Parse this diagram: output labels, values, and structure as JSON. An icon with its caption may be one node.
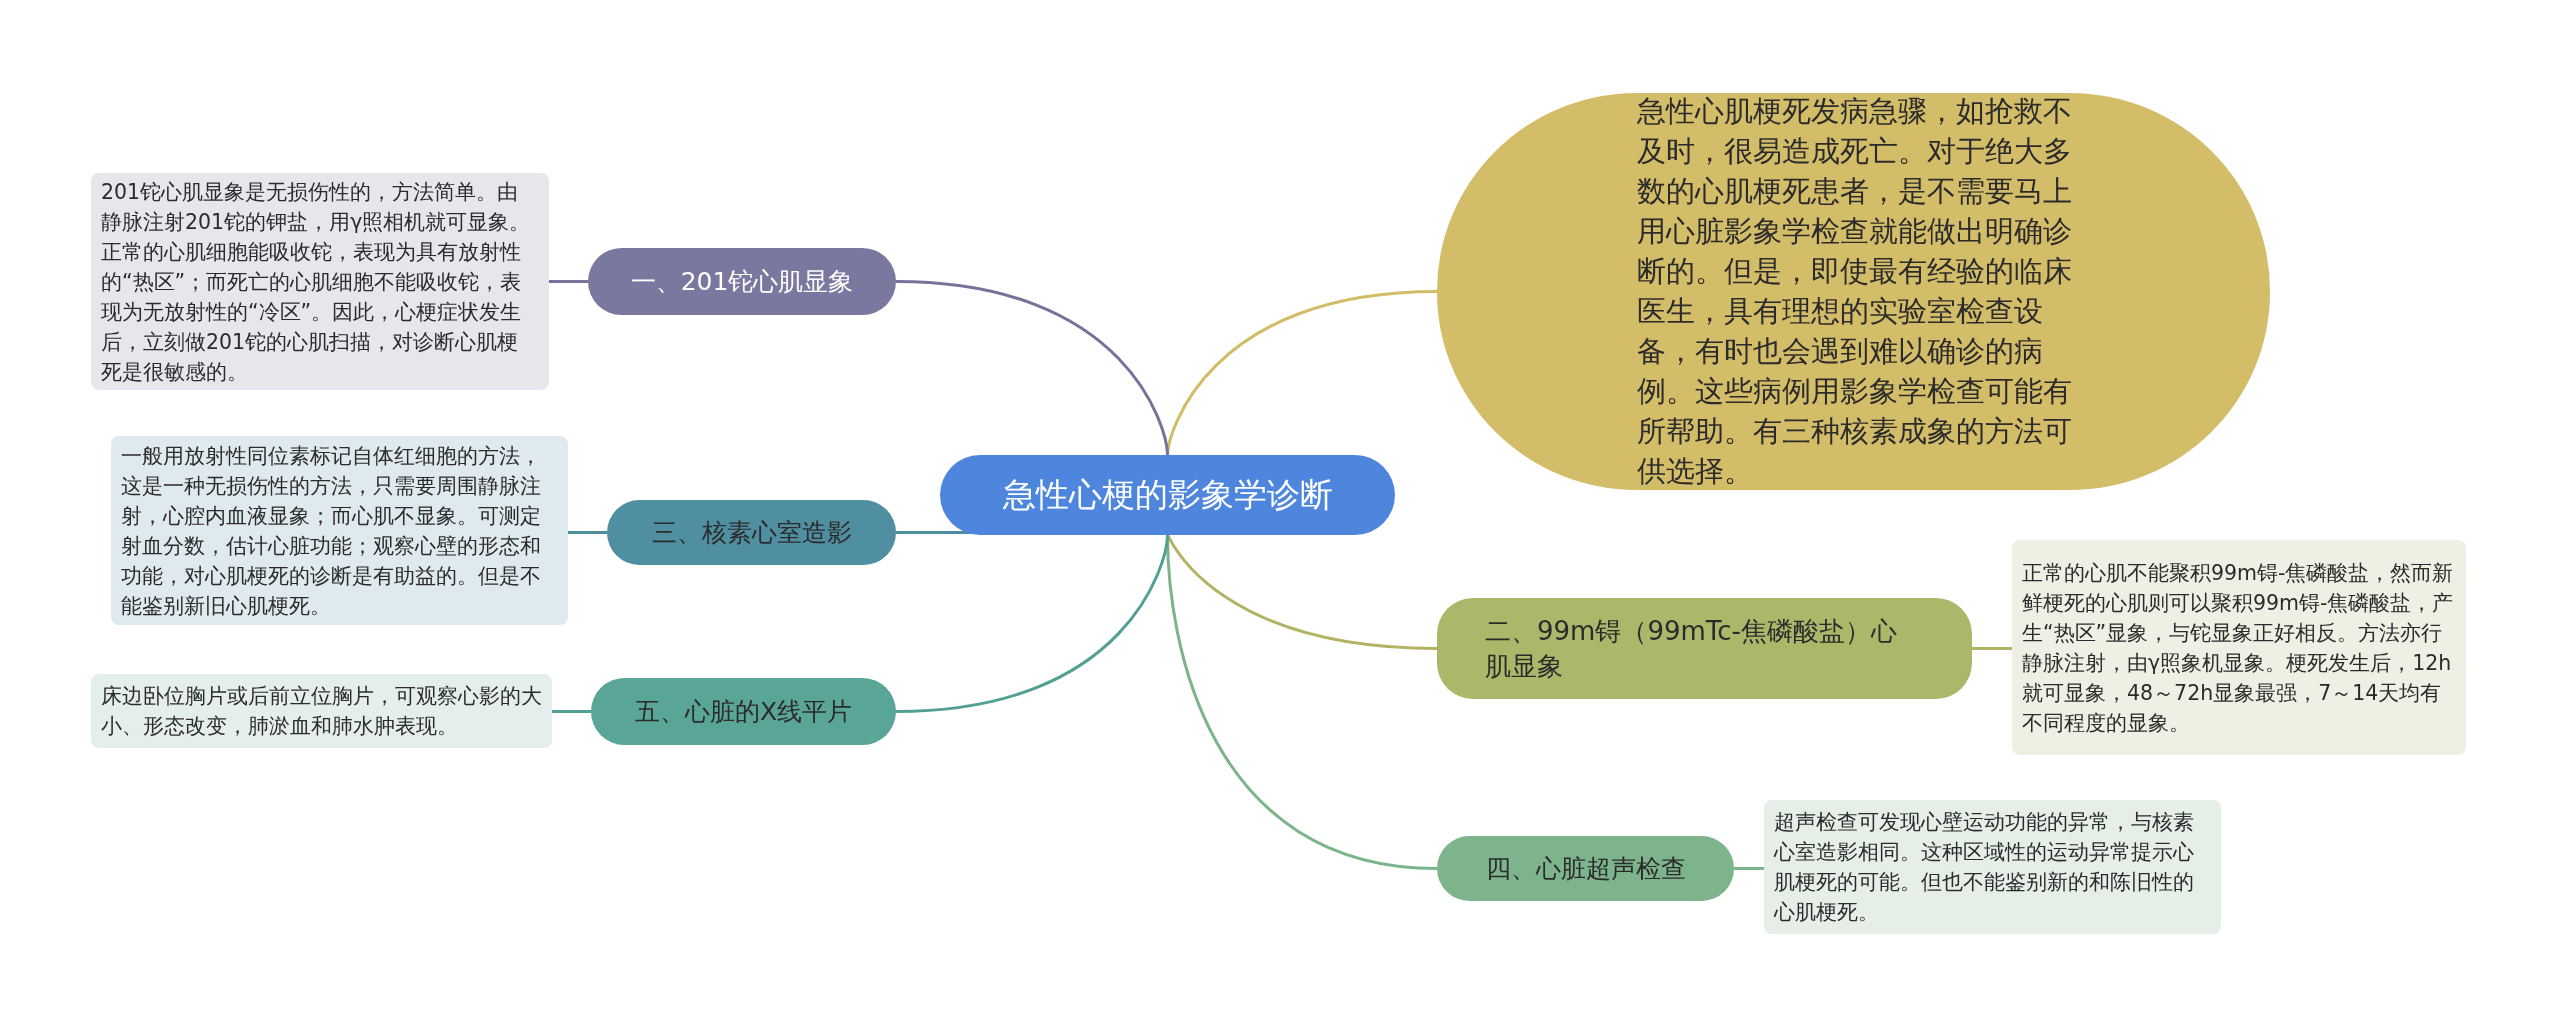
{
  "diagram": {
    "nodes": [
      {
        "text": [
          "急性心梗的影象学诊断"
        ]
      },
      {
        "text": [
          "急性心肌梗死发病急骤，如抢救不及时，很易造成死亡。对于绝大多数的心肌梗死患者，是不需要马上用心脏影象学检查就能做出明确诊断的。但是，即使最有经验的临床医生，具有理想的实验室检查设备，有时也会遇到难以确诊的病例。这些病例用影象学检查可能有所帮助。有三种核素成象的方法可供选择。"
        ]
      },
      {
        "text": [
          "二、99m锝（99mTc-焦磷酸盐）心肌显象"
        ]
      },
      {
        "text": [
          "正常的心肌不能聚积99m锝-焦磷酸盐，然而新鲜梗死的心肌则可以聚积99m锝-焦磷酸盐，产生“热区”显象，与铊显象正好相反。方法亦行静脉注射，由γ照象机显象。梗死发生后，12h就可显象，48～72h显象最强，7～14天均有不同程度的显象。"
        ]
      },
      {
        "text": [
          "四、心脏超声检查"
        ]
      },
      {
        "text": [
          "超声检查可发现心壁运动功能的异常，与核素心室造影相同。这种区域性的运动异常提示心肌梗死的可能。但也不能鉴别新的和陈旧性的心肌梗死。"
        ]
      },
      {
        "text": [
          "一、201铊心肌显象"
        ]
      },
      {
        "text": [
          "201铊心肌显象是无损伤性的，方法简单。由静脉注射201铊的钾盐，用γ照相机就可显象。正常的心肌细胞能吸收铊，表现为具有放射性的“热区”；而死亡的心肌细胞不能吸收铊，表现为无放射性的“冷区”。因此，心梗症状发生后，立刻做201铊的心肌扫描，对诊断心肌梗死是很敏感的。"
        ]
      },
      {
        "text": [
          "三、核素心室造影"
        ]
      },
      {
        "text": [
          "一般用放射性同位素标记自体红细胞的方法，这是一种无损伤性的方法，只需要周围静脉注射，心腔内血液显象；而心肌不显象。可测定射血分数，估计心脏功能；观察心壁的形态和功能，对心肌梗死的诊断是有助益的。但是不能鉴别新旧心肌梗死。"
        ]
      },
      {
        "text": [
          "五、心脏的X线平片"
        ]
      },
      {
        "text": [
          "床边卧位胸片或后前立位胸片，可观察心影的大小、形态改变，肺淤血和肺水肿表现。"
        ]
      }
    ],
    "edges": [
      {
        "from": 0,
        "to": 1,
        "arrow": "none",
        "color": "#d2bd66"
      },
      {
        "from": 0,
        "to": 2,
        "arrow": "none",
        "color": "#b3b364"
      },
      {
        "from": 2,
        "to": 3,
        "arrow": "none",
        "color": "#b3b364"
      },
      {
        "from": 0,
        "to": 4,
        "arrow": "none",
        "color": "#7cb48a"
      },
      {
        "from": 4,
        "to": 5,
        "arrow": "none",
        "color": "#7cb48a"
      },
      {
        "from": 0,
        "to": 6,
        "arrow": "none",
        "color": "#757399"
      },
      {
        "from": 6,
        "to": 7,
        "arrow": "none",
        "color": "#757399"
      },
      {
        "from": 0,
        "to": 8,
        "arrow": "none",
        "color": "#4c8e9e"
      },
      {
        "from": 8,
        "to": 9,
        "arrow": "none",
        "color": "#4c8e9e"
      },
      {
        "from": 0,
        "to": 10,
        "arrow": "none",
        "color": "#52a093"
      },
      {
        "from": 10,
        "to": 11,
        "arrow": "none",
        "color": "#52a093"
      }
    ]
  }
}
